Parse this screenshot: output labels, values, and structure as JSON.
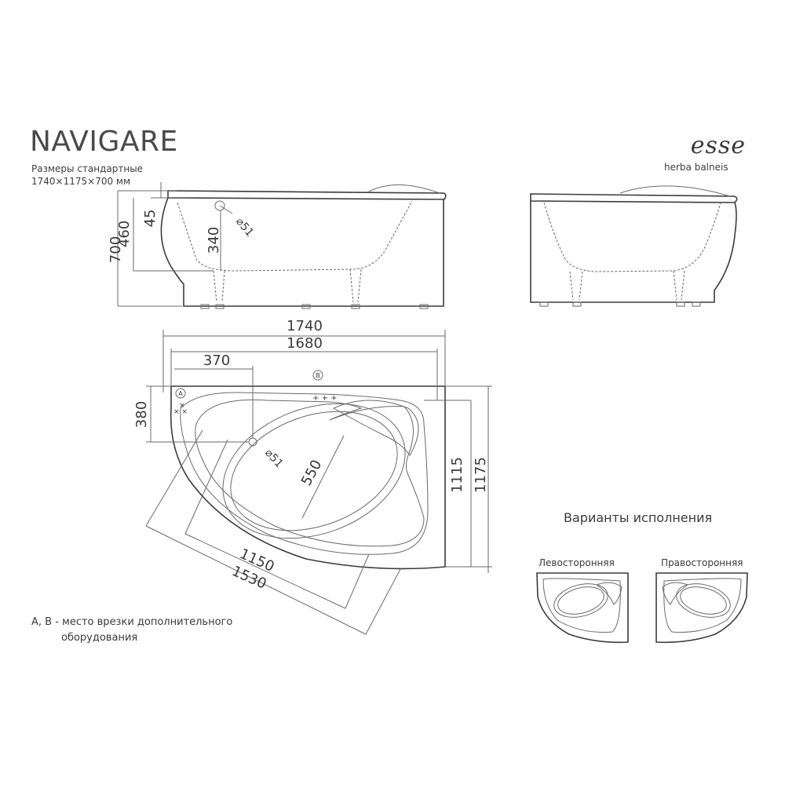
{
  "header": {
    "model_name": "NAVIGARE",
    "size_caption": "Размеры стандартные",
    "size_value": "1740×1175×700 мм"
  },
  "brand": {
    "logo_text": "esse",
    "tagline": "herba balneis"
  },
  "side_view": {
    "dim_700": "700",
    "dim_460": "460",
    "dim_45": "45",
    "dim_340": "340",
    "drain_diameter": "51"
  },
  "top_view": {
    "dim_1740": "1740",
    "dim_1680": "1680",
    "dim_370": "370",
    "dim_380": "380",
    "dim_550": "550",
    "dim_1115": "1115",
    "dim_1175": "1175",
    "dim_1150": "1150",
    "dim_1530": "1530",
    "drain_diameter": "51",
    "marker_a": "A",
    "marker_b": "B"
  },
  "variants": {
    "title": "Варианты исполнения",
    "left_label": "Левосторонняя",
    "right_label": "Правосторонняя"
  },
  "note": {
    "line1": "A, B - место врезки дополнительного",
    "line2": "оборудования"
  },
  "colors": {
    "line": "#6a6a6a",
    "outline": "#3c3c3c",
    "text": "#3a3a3a"
  }
}
